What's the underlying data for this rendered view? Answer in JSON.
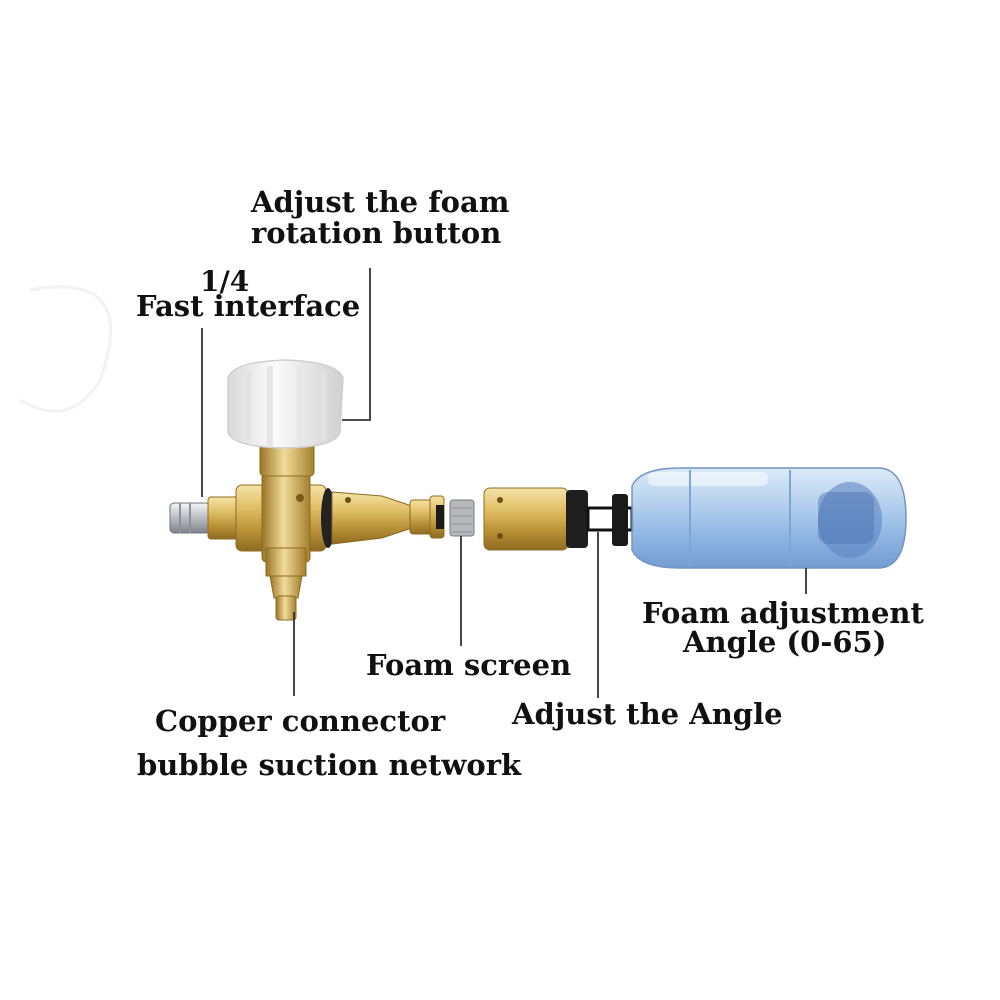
{
  "labels": {
    "rotation_button": [
      "Adjust the foam",
      "rotation button"
    ],
    "fast_interface": [
      "1/4",
      "Fast interface"
    ],
    "foam_adjustment": [
      "Foam adjustment",
      "Angle (0-65)"
    ],
    "foam_screen": "Foam screen",
    "adjust_angle": "Adjust the Angle",
    "copper_connector": [
      "Copper connector",
      "bubble suction network"
    ]
  },
  "colors": {
    "brass": "#d8b45a",
    "brass_dark": "#a98431",
    "brass_light": "#f2dc9a",
    "knob": "#f3f3f3",
    "bottle": "#9fc4ea",
    "steel": "#c9ccd0",
    "leader": "#333333"
  }
}
